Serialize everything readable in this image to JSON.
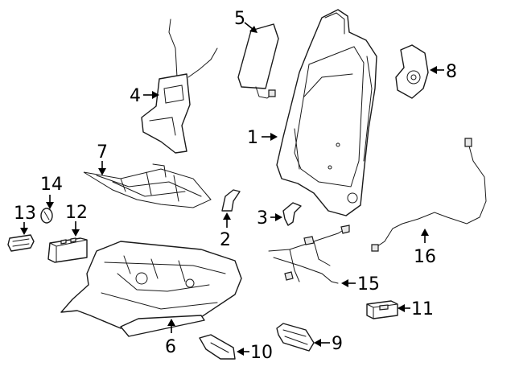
{
  "callouts": [
    {
      "id": "1",
      "text": "1"
    },
    {
      "id": "2",
      "text": "2"
    },
    {
      "id": "3",
      "text": "3"
    },
    {
      "id": "4",
      "text": "4"
    },
    {
      "id": "5",
      "text": "5"
    },
    {
      "id": "6",
      "text": "6"
    },
    {
      "id": "7",
      "text": "7"
    },
    {
      "id": "8",
      "text": "8"
    },
    {
      "id": "9",
      "text": "9"
    },
    {
      "id": "10",
      "text": "10"
    },
    {
      "id": "11",
      "text": "11"
    },
    {
      "id": "12",
      "text": "12"
    },
    {
      "id": "13",
      "text": "13"
    },
    {
      "id": "14",
      "text": "14"
    },
    {
      "id": "15",
      "text": "15"
    },
    {
      "id": "16",
      "text": "16"
    }
  ],
  "colors": {
    "line": "#1a1a1a",
    "background": "#ffffff"
  }
}
